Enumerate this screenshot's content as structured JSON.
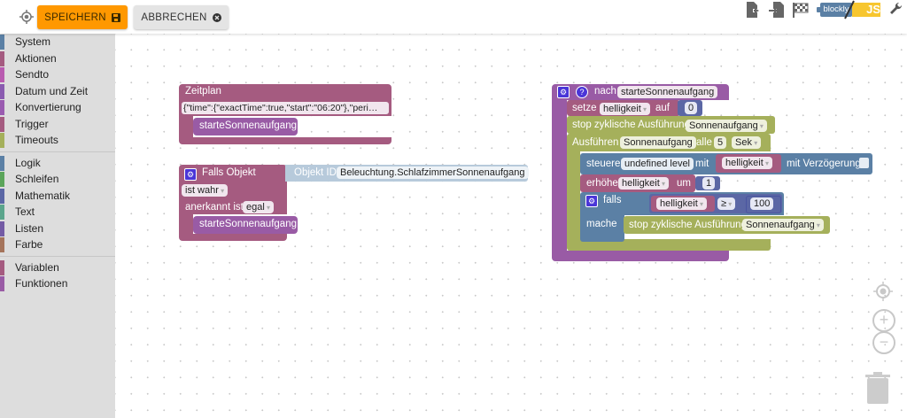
{
  "toolbar": {
    "save_label": "SPEICHERN",
    "cancel_label": "ABBRECHEN",
    "blockly_label": "blockly",
    "js_label": "JS"
  },
  "sidebar": {
    "categories": [
      {
        "label": "System",
        "color": "#5b80a5"
      },
      {
        "label": "Aktionen",
        "color": "#a55b80"
      },
      {
        "label": "Sendto",
        "color": "#a55ba5"
      },
      {
        "label": "Datum und Zeit",
        "color": "#805ba5"
      },
      {
        "label": "Konvertierung",
        "color": "#9a5ba5"
      },
      {
        "label": "Trigger",
        "color": "#a55b80"
      },
      {
        "label": "Timeouts",
        "color": "#a5a55b"
      },
      {
        "label": "Logik",
        "color": "#5b80a5"
      },
      {
        "label": "Schleifen",
        "color": "#5ba55b"
      },
      {
        "label": "Mathematik",
        "color": "#5b67a5"
      },
      {
        "label": "Text",
        "color": "#5ba58c"
      },
      {
        "label": "Listen",
        "color": "#745ba5"
      },
      {
        "label": "Farbe",
        "color": "#a5745b"
      },
      {
        "label": "Variablen",
        "color": "#a55b80"
      },
      {
        "label": "Funktionen",
        "color": "#995ba5"
      }
    ]
  },
  "blocks": {
    "schedule": {
      "title": "Zeitplan",
      "value": "{\"time\":{\"exactTime\":true,\"start\":\"06:20\"},\"peri…",
      "call": "starteSonnenaufgang"
    },
    "trigger": {
      "title": "Falls Objekt",
      "object_label": "Objekt ID",
      "object_id": "Beleuchtung.SchlafzimmerSonnenaufgang",
      "condition": "ist wahr",
      "ack_label": "anerkannt ist",
      "ack_value": "egal",
      "call": "starteSonnenaufgang"
    },
    "function": {
      "label": "nach",
      "name": "starteSonnenaufgang",
      "set_label": "setze",
      "set_var": "helligkeit",
      "set_to": "auf",
      "set_value": "0",
      "stop_label": "stop zyklische Ausführung",
      "stop_name": "Sonnenaufgang",
      "interval_label": "Ausführen",
      "interval_name": "Sonnenaufgang",
      "every_label": "alle",
      "every_value": "5",
      "unit": "Sek",
      "control_label": "steuere",
      "control_obj": "undefined level",
      "with_label": "mit",
      "control_var": "helligkeit",
      "delay_label": "mit Verzögerung",
      "inc_label": "erhöhe",
      "inc_var": "helligkeit",
      "by_label": "um",
      "inc_value": "1",
      "if_label": "falls",
      "if_var": "helligkeit",
      "if_op": "≥",
      "if_value": "100",
      "do_label": "mache",
      "do_stop_label": "stop zyklische Ausführung",
      "do_stop_name": "Sonnenaufgang"
    }
  }
}
